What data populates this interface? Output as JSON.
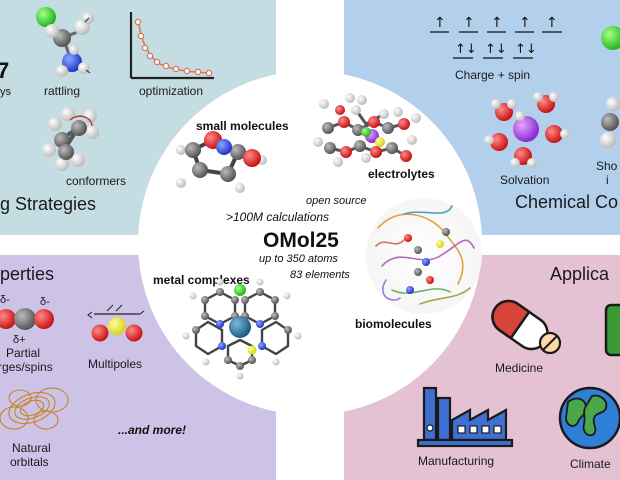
{
  "center": {
    "title": "OMol25",
    "lines": [
      "open source",
      ">100M calculations",
      "up to 350 atoms",
      "83 elements"
    ]
  },
  "categories": {
    "small_molecules": "small molecules",
    "electrolytes": "electrolytes",
    "metal_complexes": "metal complexes",
    "biomolecules": "biomolecules"
  },
  "panels": {
    "top_left": {
      "title": "g Strategies",
      "items": {
        "partial_left": "ys",
        "rattling": "rattling",
        "optimization": "optimization",
        "conformers": "conformers"
      }
    },
    "top_right": {
      "title": "Chemical Co",
      "items": {
        "charge_spin": "Charge + spin",
        "solvation": "Solvation",
        "partial_a": "Sho",
        "partial_b": "i"
      }
    },
    "bottom_left": {
      "title": "perties",
      "items": {
        "partial_charges_1": "Partial",
        "partial_charges_2": "rges/spins",
        "multipoles": "Multipoles",
        "natural_1": "Natural",
        "natural_2": "orbitals",
        "more": "...and more!"
      },
      "symbols": {
        "delta_minus_1": "δ-",
        "delta_plus": "δ+",
        "delta_minus_2": "δ-"
      }
    },
    "bottom_right": {
      "title": "Applica",
      "items": {
        "medicine": "Medicine",
        "manufacturing": "Manufacturing",
        "climate": "Climate"
      }
    }
  },
  "colors": {
    "top_left_panel": "#c4dde2",
    "top_right_panel": "#b2d0ec",
    "bottom_left_panel": "#ccc3e6",
    "bottom_right_panel": "#e4c2d4",
    "optimization_curve": "#d9765a",
    "pill_red": "#d8433b",
    "pill_green": "#3a9a37",
    "factory_blue": "#3e6fd1",
    "earth_blue": "#2f7fd6",
    "earth_green": "#4aa84a",
    "orbital_orange": "#c8822c"
  },
  "icons": [
    "atom-ball-icon",
    "line-chart-icon",
    "spin-arrow-icon",
    "pill-icon",
    "factory-icon",
    "globe-icon",
    "molecule-icon"
  ]
}
